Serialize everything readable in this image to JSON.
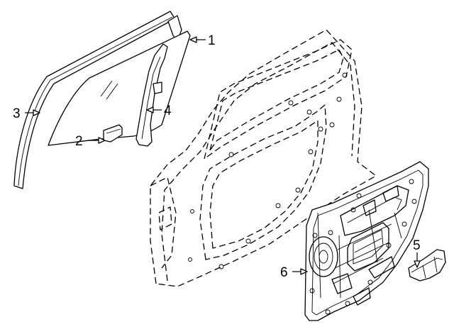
{
  "callouts": {
    "c1": "1",
    "c2": "2",
    "c3": "3",
    "c4": "4",
    "c5": "5",
    "c6": "6"
  },
  "colors": {
    "stroke": "#000000",
    "background": "#ffffff"
  }
}
